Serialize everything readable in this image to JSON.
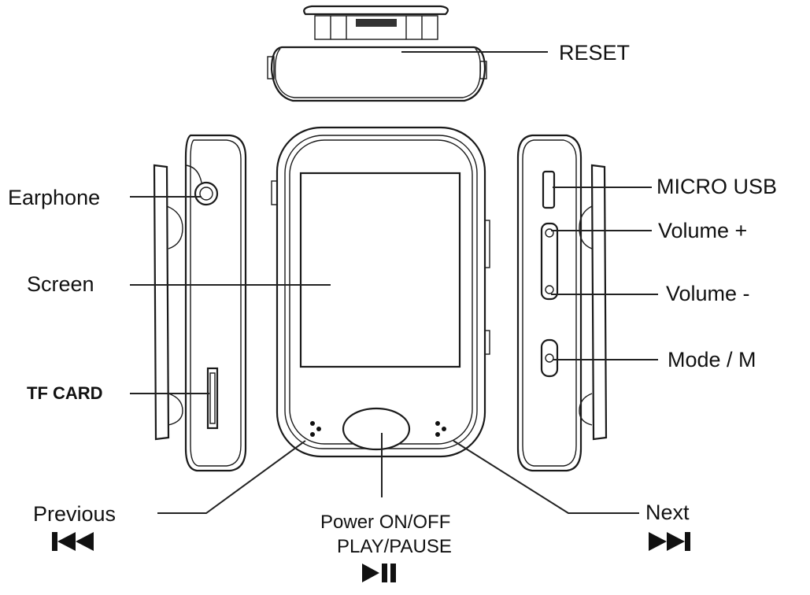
{
  "labels": {
    "reset": "RESET",
    "micro_usb": "MICRO USB",
    "earphone": "Earphone",
    "volume_plus": "Volume +",
    "screen": "Screen",
    "volume_minus": "Volume -",
    "mode": "Mode / M",
    "tf_card": "TF CARD",
    "previous": "Previous",
    "power_line1": "Power ON/OFF",
    "power_line2": "PLAY/PAUSE",
    "next": "Next"
  },
  "icons": {
    "previous": "skip-previous-icon",
    "play_pause": "play-pause-icon",
    "next": "skip-next-icon"
  },
  "colors": {
    "line": "#1a1a1a",
    "background": "#ffffff"
  }
}
